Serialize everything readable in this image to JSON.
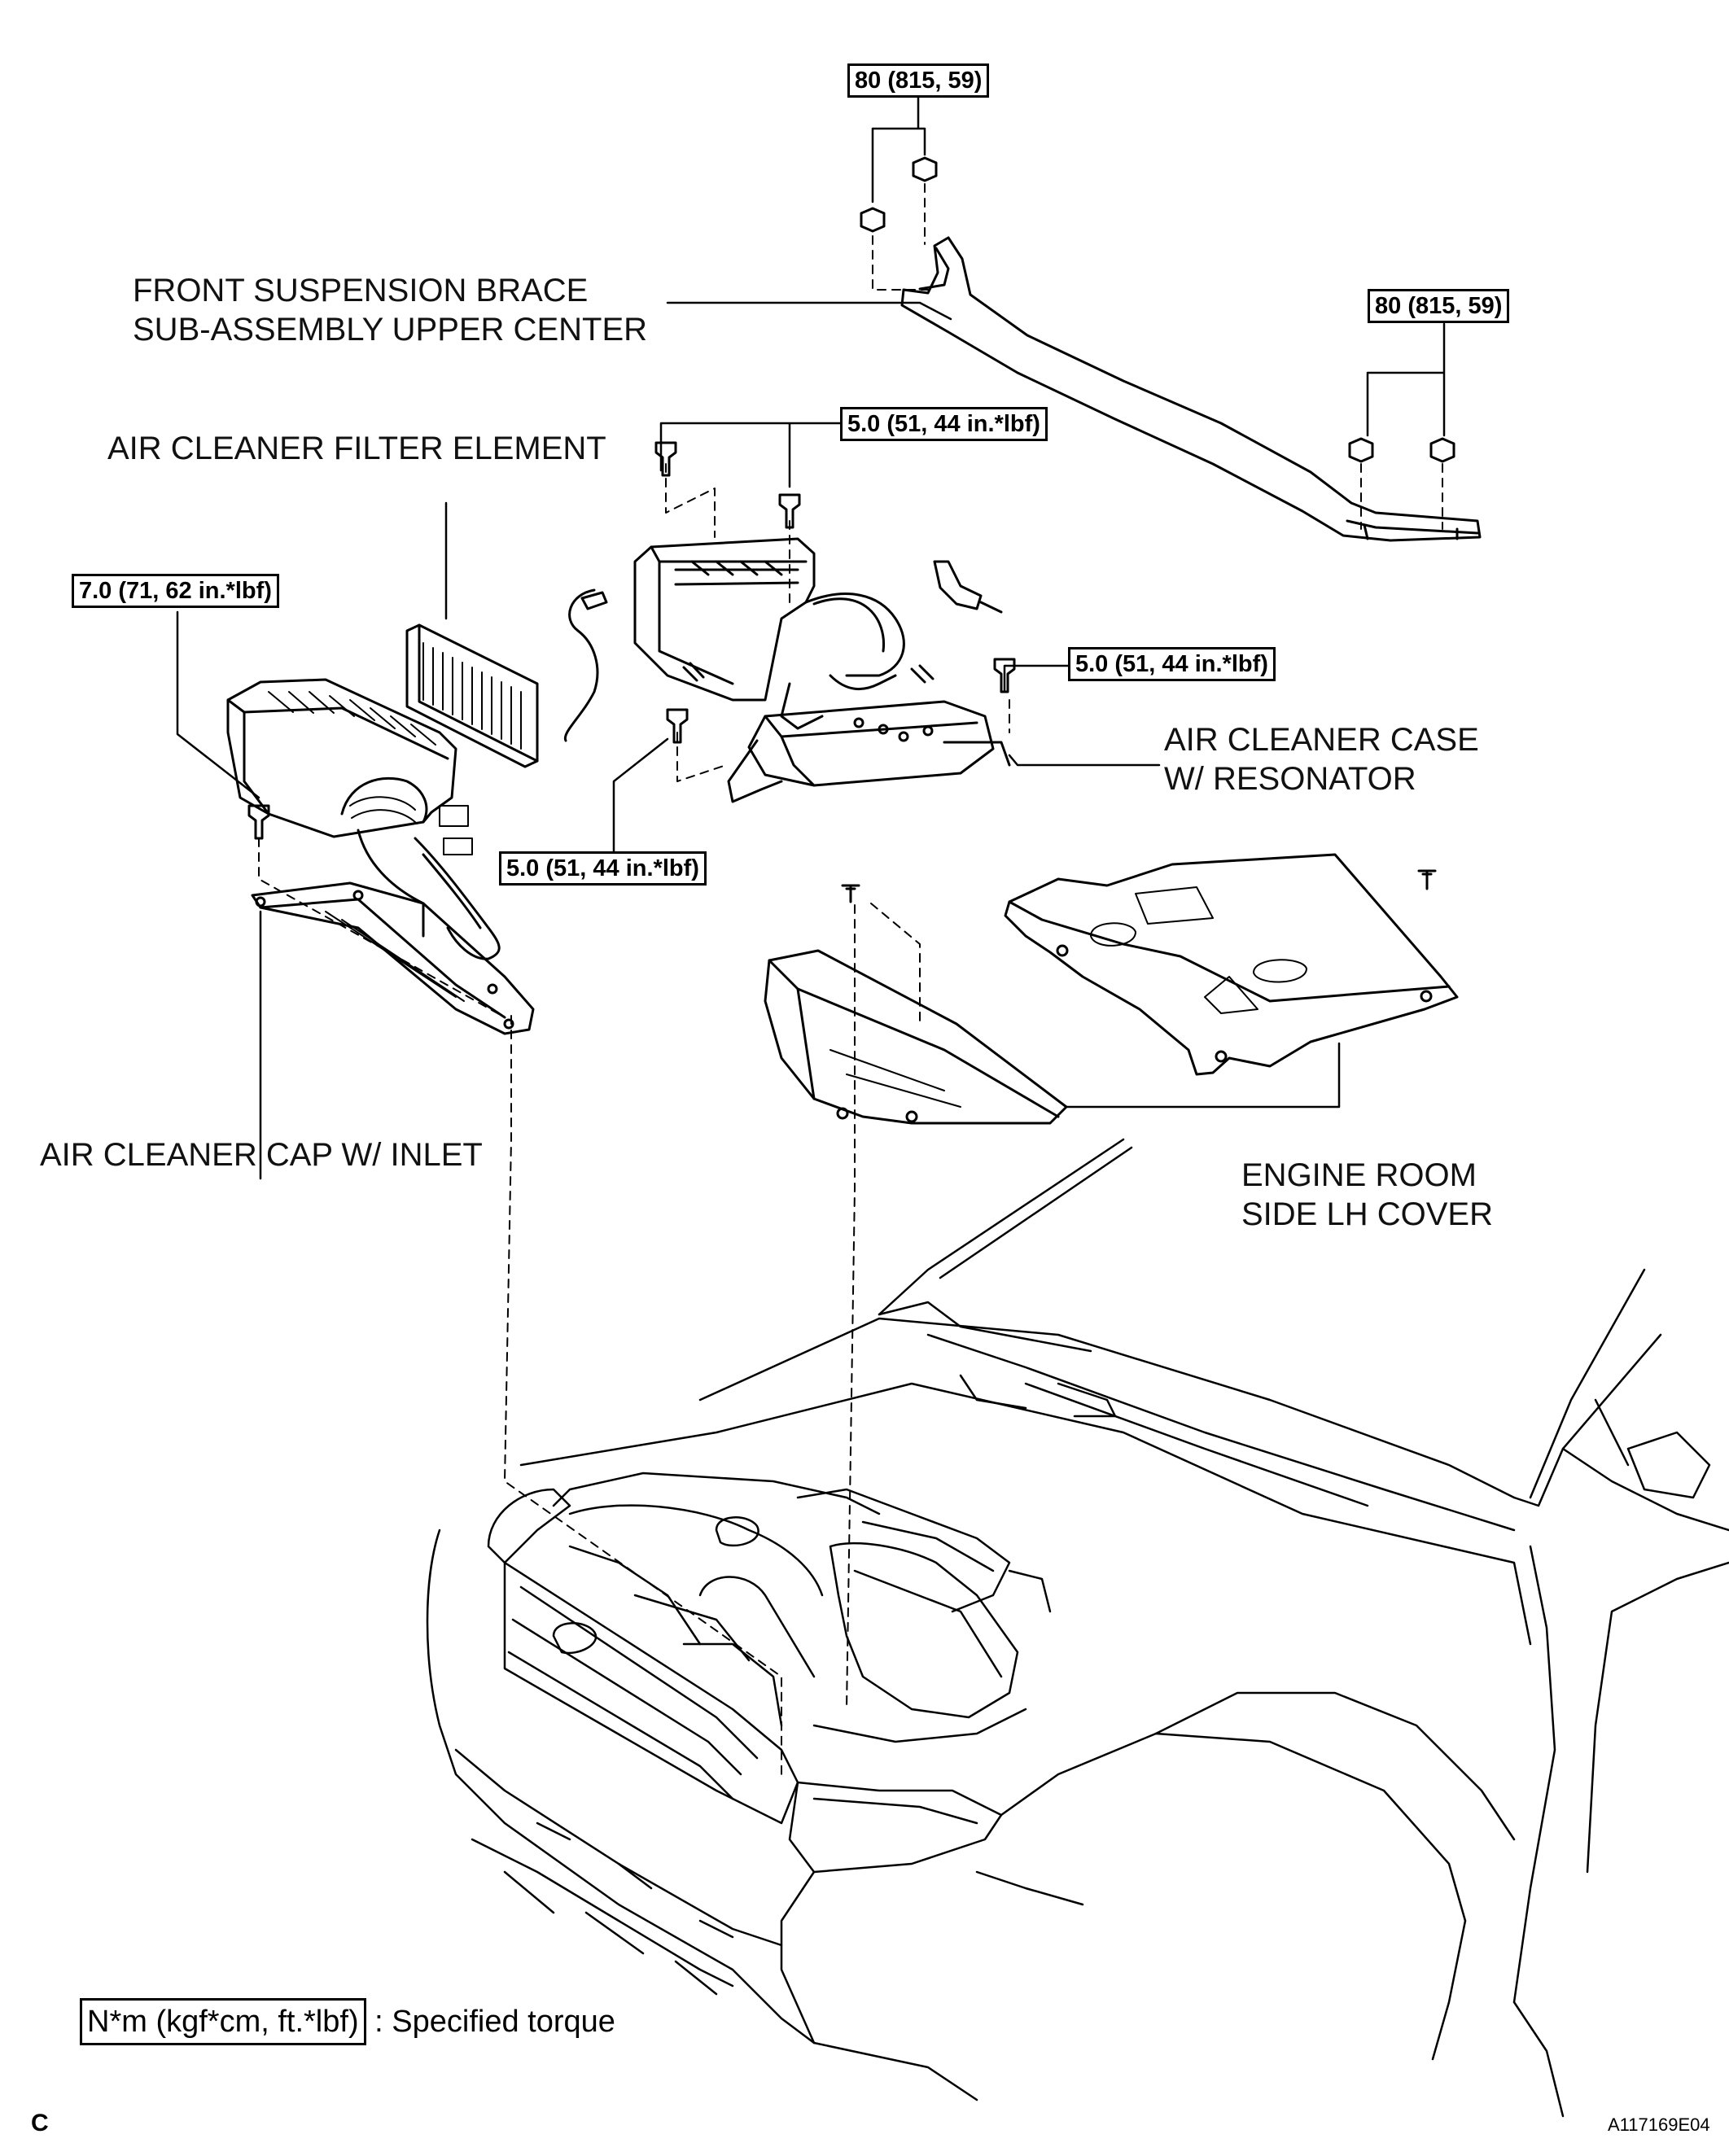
{
  "labels": {
    "front_brace": [
      "FRONT SUSPENSION BRACE",
      "SUB-ASSEMBLY UPPER CENTER"
    ],
    "filter_element": [
      "AIR CLEANER FILTER ELEMENT"
    ],
    "case": [
      "AIR CLEANER CASE",
      "W/ RESONATOR"
    ],
    "cap": [
      "AIR CLEANER CAP W/ INLET"
    ],
    "side_cover": [
      "ENGINE ROOM",
      "SIDE LH COVER"
    ]
  },
  "torques": {
    "brace_top": "80 (815, 59)",
    "brace_right": "80 (815, 59)",
    "case_top": "5.0 (51, 44 in.*lbf)",
    "cap": "7.0 (71, 62 in.*lbf)",
    "case_right": "5.0 (51, 44 in.*lbf)",
    "case_bottom": "5.0 (51, 44 in.*lbf)"
  },
  "legend": {
    "unit_box": "N*m (kgf*cm, ft.*lbf)",
    "text": ": Specified torque"
  },
  "corner_letter": "C",
  "figure_code": "A117169E04"
}
